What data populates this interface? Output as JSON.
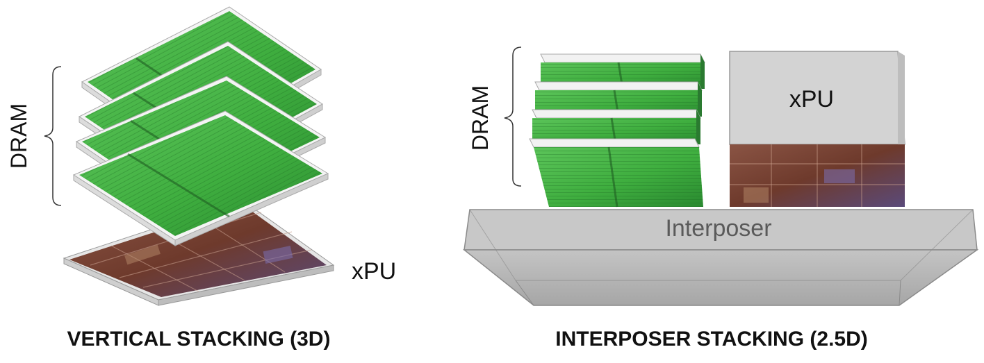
{
  "left_panel": {
    "dram_label": "DRAM",
    "xpu_label": "xPU",
    "caption": "VERTICAL STACKING (3D)",
    "dram_layer_count": 4
  },
  "right_panel": {
    "dram_label": "DRAM",
    "xpu_label": "xPU",
    "interposer_label": "Interposer",
    "caption": "INTERPOSER STACKING (2.5D)",
    "dram_layer_count": 4
  },
  "colors": {
    "dram_green": "#3fae3f",
    "dram_green_dark": "#1f6e24",
    "die_brown": "#6e3a2c",
    "interposer_gray": "#b3b3b3",
    "edge_white": "#f2f2f2",
    "text": "#111111",
    "interposer_text": "#5a5a5a"
  }
}
